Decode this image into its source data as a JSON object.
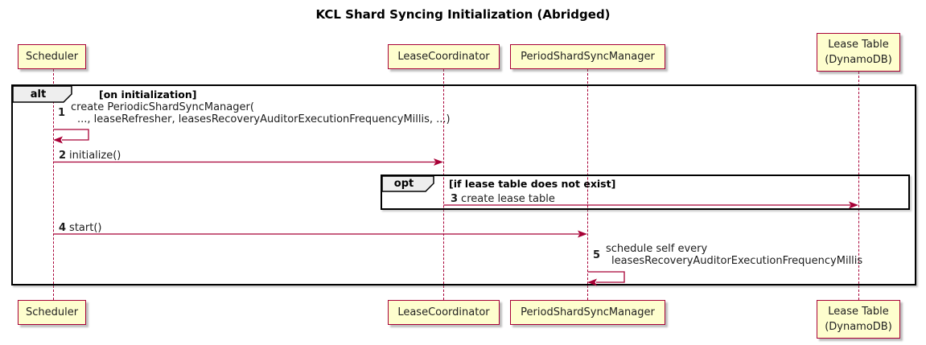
{
  "title": "KCL Shard Syncing Initialization (Abridged)",
  "participants": {
    "scheduler": {
      "label": "Scheduler"
    },
    "lease_coordinator": {
      "label": "LeaseCoordinator"
    },
    "period_shard_sync_manager": {
      "label": "PeriodShardSyncManager"
    },
    "lease_table": {
      "label_line1": "Lease Table",
      "label_line2": "(DynamoDB)"
    }
  },
  "frames": {
    "alt": {
      "operator": "alt",
      "guard": "[on initialization]"
    },
    "opt": {
      "operator": "opt",
      "guard": "[if lease table does not exist]"
    }
  },
  "messages": {
    "m1": {
      "num": "1",
      "line1": "create PeriodicShardSyncManager(",
      "line2": "..., leaseRefresher, leasesRecoveryAuditorExecutionFrequencyMillis, ...)"
    },
    "m2": {
      "num": "2",
      "text": "initialize()"
    },
    "m3": {
      "num": "3",
      "text": "create lease table"
    },
    "m4": {
      "num": "4",
      "text": "start()"
    },
    "m5": {
      "num": "5",
      "line1": "schedule self every",
      "line2": "leasesRecoveryAuditorExecutionFrequencyMillis"
    }
  },
  "colors": {
    "participant_fill": "#FEFECE",
    "participant_border": "#A80036",
    "arrow": "#A80036",
    "frame_border": "#000000",
    "operator_fill": "#EEEEEE"
  }
}
